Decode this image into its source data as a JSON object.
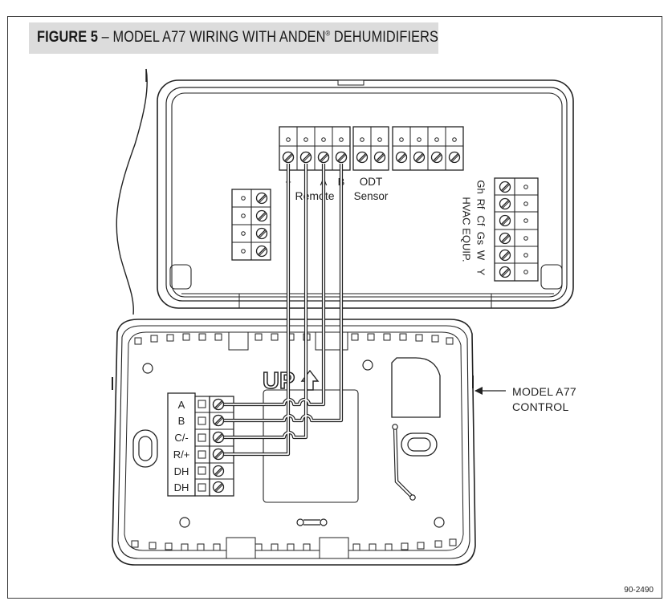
{
  "figure": {
    "label": "FIGURE 5",
    "separator": " – ",
    "title": "MODEL A77 WIRING WITH ANDEN",
    "registered_mark": "®",
    "title_suffix": " DEHUMIDIFIERS"
  },
  "top_unit": {
    "remote_terminal_signs": [
      "+",
      "-",
      "A",
      "B"
    ],
    "remote_label": "Remote",
    "odt_label_line1": "ODT",
    "odt_label_line2": "Sensor",
    "hvac_terminals": [
      "Gh",
      "Rf",
      "Cf",
      "Gs",
      "W",
      "Y"
    ],
    "hvac_label": "HVAC EQUIP."
  },
  "control": {
    "up_label": "UP",
    "terminals": [
      "A",
      "B",
      "C/-",
      "R/+",
      "DH",
      "DH"
    ],
    "callout_line1": "MODEL A77",
    "callout_line2": "CONTROL"
  },
  "doc_number": "90-2490"
}
